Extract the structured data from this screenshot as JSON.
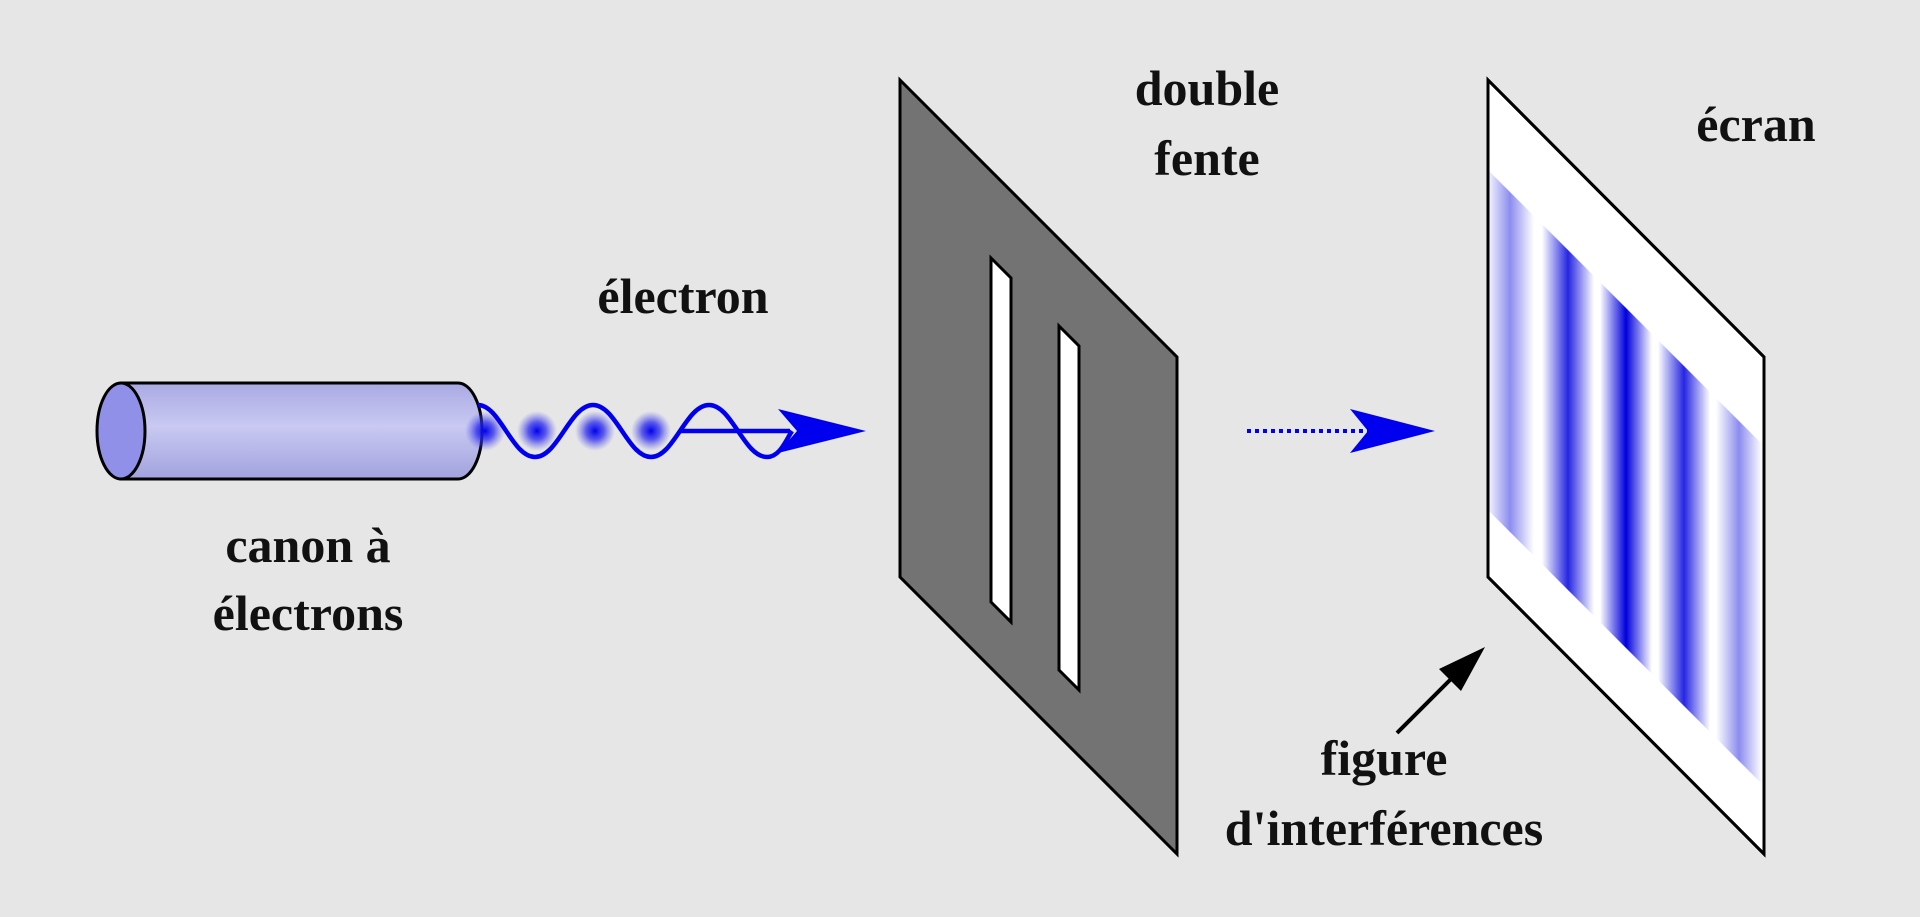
{
  "labels": {
    "gun_line1": "canon à",
    "gun_line2": "électrons",
    "electron": "électron",
    "slit_line1": "double",
    "slit_line2": "fente",
    "screen": "écran",
    "pattern_line1": "figure",
    "pattern_line2": "d'interférences"
  },
  "colors": {
    "background": "#e6e6e6",
    "gun_body": "#b8b8e8",
    "gun_face": "#9090e8",
    "wave": "#0000ee",
    "slit_plate": "#737373",
    "fringe": "#0000dd"
  }
}
